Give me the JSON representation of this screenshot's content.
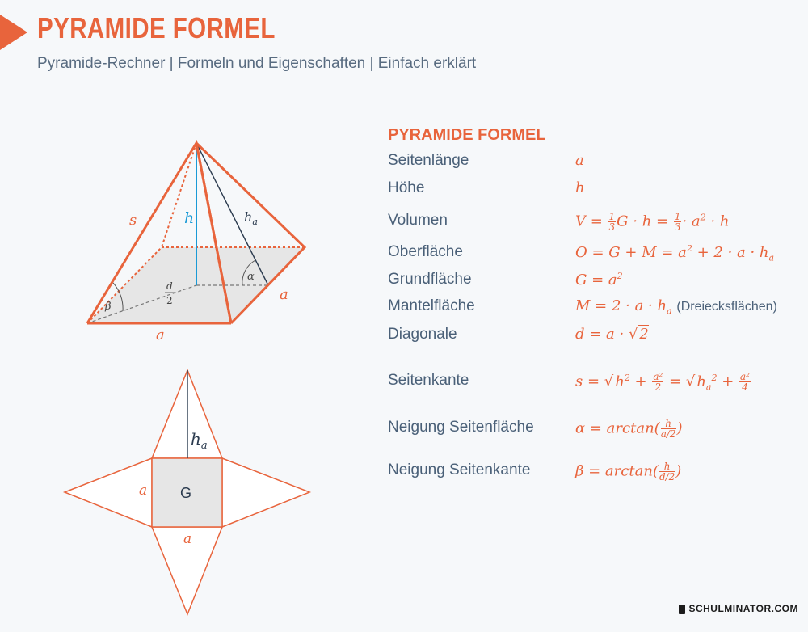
{
  "header": {
    "title": "PYRAMIDE FORMEL",
    "subtitle": "Pyramide-Rechner | Formeln und Eigenschaften | Einfach erklärt"
  },
  "diagram": {
    "label_s": "s",
    "label_h": "h",
    "label_ha": "h",
    "label_ha_sub": "a",
    "label_alpha": "α",
    "label_beta": "β",
    "label_d": "d",
    "label_2": "2",
    "label_a_right": "a",
    "label_a_bottom": "a",
    "net_label_ha": "h",
    "net_label_ha_sub": "a",
    "net_label_G": "G",
    "net_label_a_left": "a",
    "net_label_a_bottom": "a"
  },
  "formulas": {
    "title": "PYRAMIDE FORMEL",
    "rows": [
      {
        "label": "Seitenlänge",
        "formula": "a"
      },
      {
        "label": "Höhe",
        "formula": "h"
      },
      {
        "label": "Volumen",
        "formula": "V = 1/3 G · h = 1/3 · a² · h"
      },
      {
        "label": "Oberfläche",
        "formula": "O = G + M = a² + 2 · a · hₐ"
      },
      {
        "label": "Grundfläche",
        "formula": "G = a²"
      },
      {
        "label": "Mantelfläche",
        "formula": "M = 2 · a · hₐ",
        "note": "(Dreiecksflächen)"
      },
      {
        "label": "Diagonale",
        "formula": "d = a · √2"
      },
      {
        "label": "Seitenkante",
        "formula": "s = √(h² + a²/2) = √(hₐ² + a²/4)"
      },
      {
        "label": "Neigung Seitenfläche",
        "formula": "α = arctan(h / (a/2))"
      },
      {
        "label": "Neigung Seitenkante",
        "formula": "β = arctan(h / (d/2))"
      }
    ]
  },
  "brand": "SCHULMINATOR.COM",
  "colors": {
    "accent": "#e8643c",
    "text": "#4a6078",
    "height_line": "#1a9ad6",
    "base_fill": "#e6e6e6"
  }
}
